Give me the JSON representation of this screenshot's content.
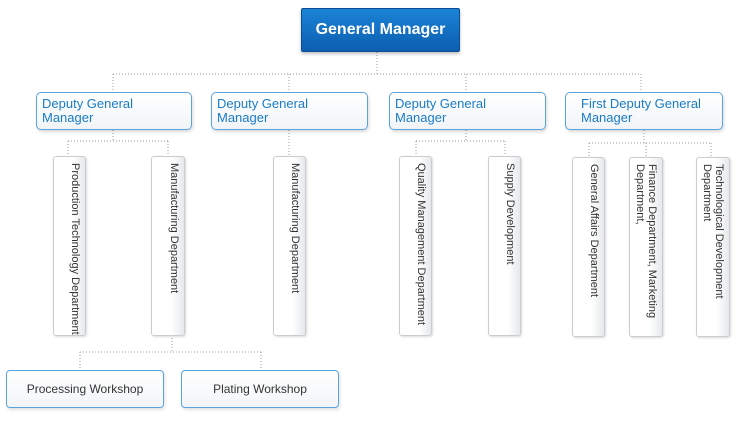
{
  "general_manager": "General Manager",
  "branches": [
    {
      "title": "Deputy General Manager",
      "departments": [
        "Production Technology Department",
        "Manufacturing Department"
      ]
    },
    {
      "title": "Deputy General Manager",
      "departments": [
        "Manufacturing Department"
      ]
    },
    {
      "title": "Deputy General Manager",
      "departments": [
        "Quality Management Department",
        "Supply Development"
      ]
    },
    {
      "title": "First Deputy General Manager",
      "departments": [
        "General Affairs Department",
        "Finance Department, Marketing Department,",
        "Technological Development Department"
      ]
    }
  ],
  "workshops": [
    "Processing Workshop",
    "Plating Workshop"
  ],
  "colors": {
    "header_fill": "#0d5eb0",
    "accent_border": "#5aa3dd",
    "title_text": "#1a7bc8",
    "connector": "#999999"
  }
}
